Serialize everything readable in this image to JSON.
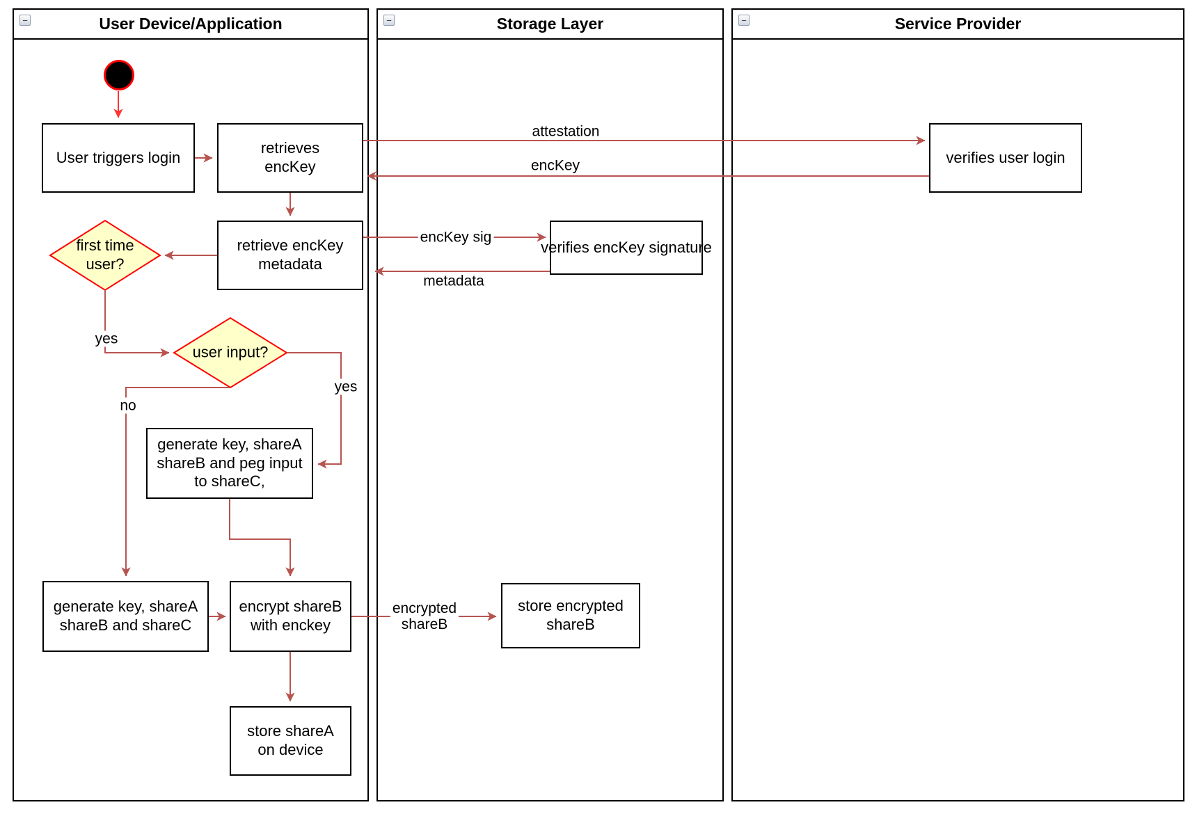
{
  "lanes": [
    {
      "title": "User Device/Application"
    },
    {
      "title": "Storage Layer"
    },
    {
      "title": "Service Provider"
    }
  ],
  "collapse_glyph": "−",
  "nodes": {
    "user_triggers_login": "User triggers login",
    "retrieves_enckey": "retrieves\nencKey",
    "retrieve_enckey_metadata": "retrieve encKey\nmetadata",
    "first_time_user": "first time\nuser?",
    "user_input": "user input?",
    "generate_key_peg": "generate key, shareA\nshareB and peg input\nto shareC,",
    "generate_key_abc": "generate key, shareA\nshareB and shareC",
    "encrypt_shareb": "encrypt shareB\nwith enckey",
    "store_sharea": "store shareA\non device",
    "verifies_enckey_signature": "verifies encKey signature",
    "store_encrypted_shareb": "store encrypted\nshareB",
    "verifies_user_login": "verifies user login"
  },
  "edge_labels": {
    "attestation": "attestation",
    "enckey": "encKey",
    "enckey_sig": "encKey sig",
    "metadata": "metadata",
    "yes_first_time": "yes",
    "yes_user_input": "yes",
    "no_user_input": "no",
    "encrypted_shareb": "encrypted\nshareB"
  },
  "colors": {
    "flow_arrow": "#b85450",
    "start_arrow": "#ff3333",
    "decision_fill": "#ffffc9",
    "decision_stroke": "#ff0000",
    "start_fill": "#000000",
    "start_stroke": "#ff0000",
    "node_border": "#000000",
    "node_fill": "#ffffff",
    "lane_border": "#000000"
  }
}
